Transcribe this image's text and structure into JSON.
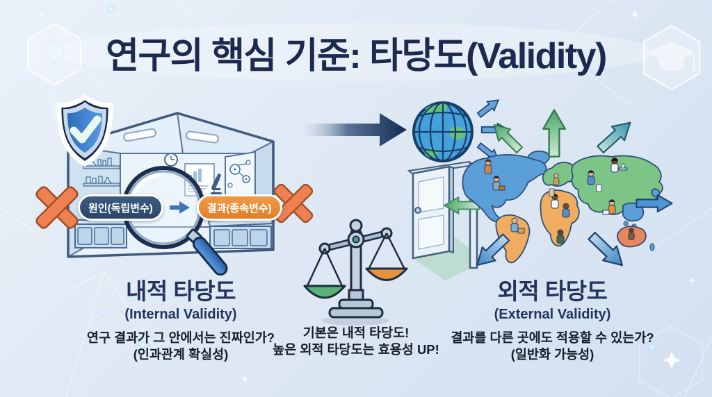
{
  "title": "연구의 핵심 기준: 타당도(Validity)",
  "lab": {
    "cause_label": "원인(독립변수)",
    "effect_label": "결과(종속변수)"
  },
  "internal": {
    "heading": "내적 타당도",
    "subheading": "(Internal Validity)",
    "question": "연구 결과가 그 안에서는 진짜인가?",
    "note": "(인과관계 확실성)"
  },
  "external": {
    "heading": "외적 타당도",
    "subheading": "(External Validity)",
    "question": "결과를 다른 곳에도 적용할 수 있는가?",
    "note": "(일반화 가능성)"
  },
  "balance_note": {
    "line1": "기본은 내적 타당도!",
    "line2": "높은 외적 타당도는 효용성 UP!"
  },
  "icons": {
    "top_left": "lightbulb-icon",
    "top_right": "graduation-cap-icon",
    "shield": "shield-check-icon",
    "magnifier": "magnifying-glass-icon",
    "globe": "globe-icon",
    "door": "open-door-icon",
    "scale": "balance-scale-icon",
    "map": "world-map-illustration",
    "x_marks": "x-mark-icon"
  },
  "colors": {
    "title_text": "#1b2a4e",
    "body_text": "#161d2a",
    "cause_pill_bg": "#2f4d6e",
    "effect_pill_bg": "#ec8a35",
    "x_mark": "#ee8051",
    "background_top": "#eaf1f9",
    "background_bottom": "#d2e0f0",
    "gradient_arrow": "#132c52",
    "map_green": "#7dc487",
    "map_blue": "#5b9fd8",
    "map_orange": "#f0ad62",
    "australia_orange": "#e8875f",
    "scale_pan_green": "#57b273",
    "scale_pan_orange": "#e8913f",
    "shield_blue": "#3c85d6"
  }
}
